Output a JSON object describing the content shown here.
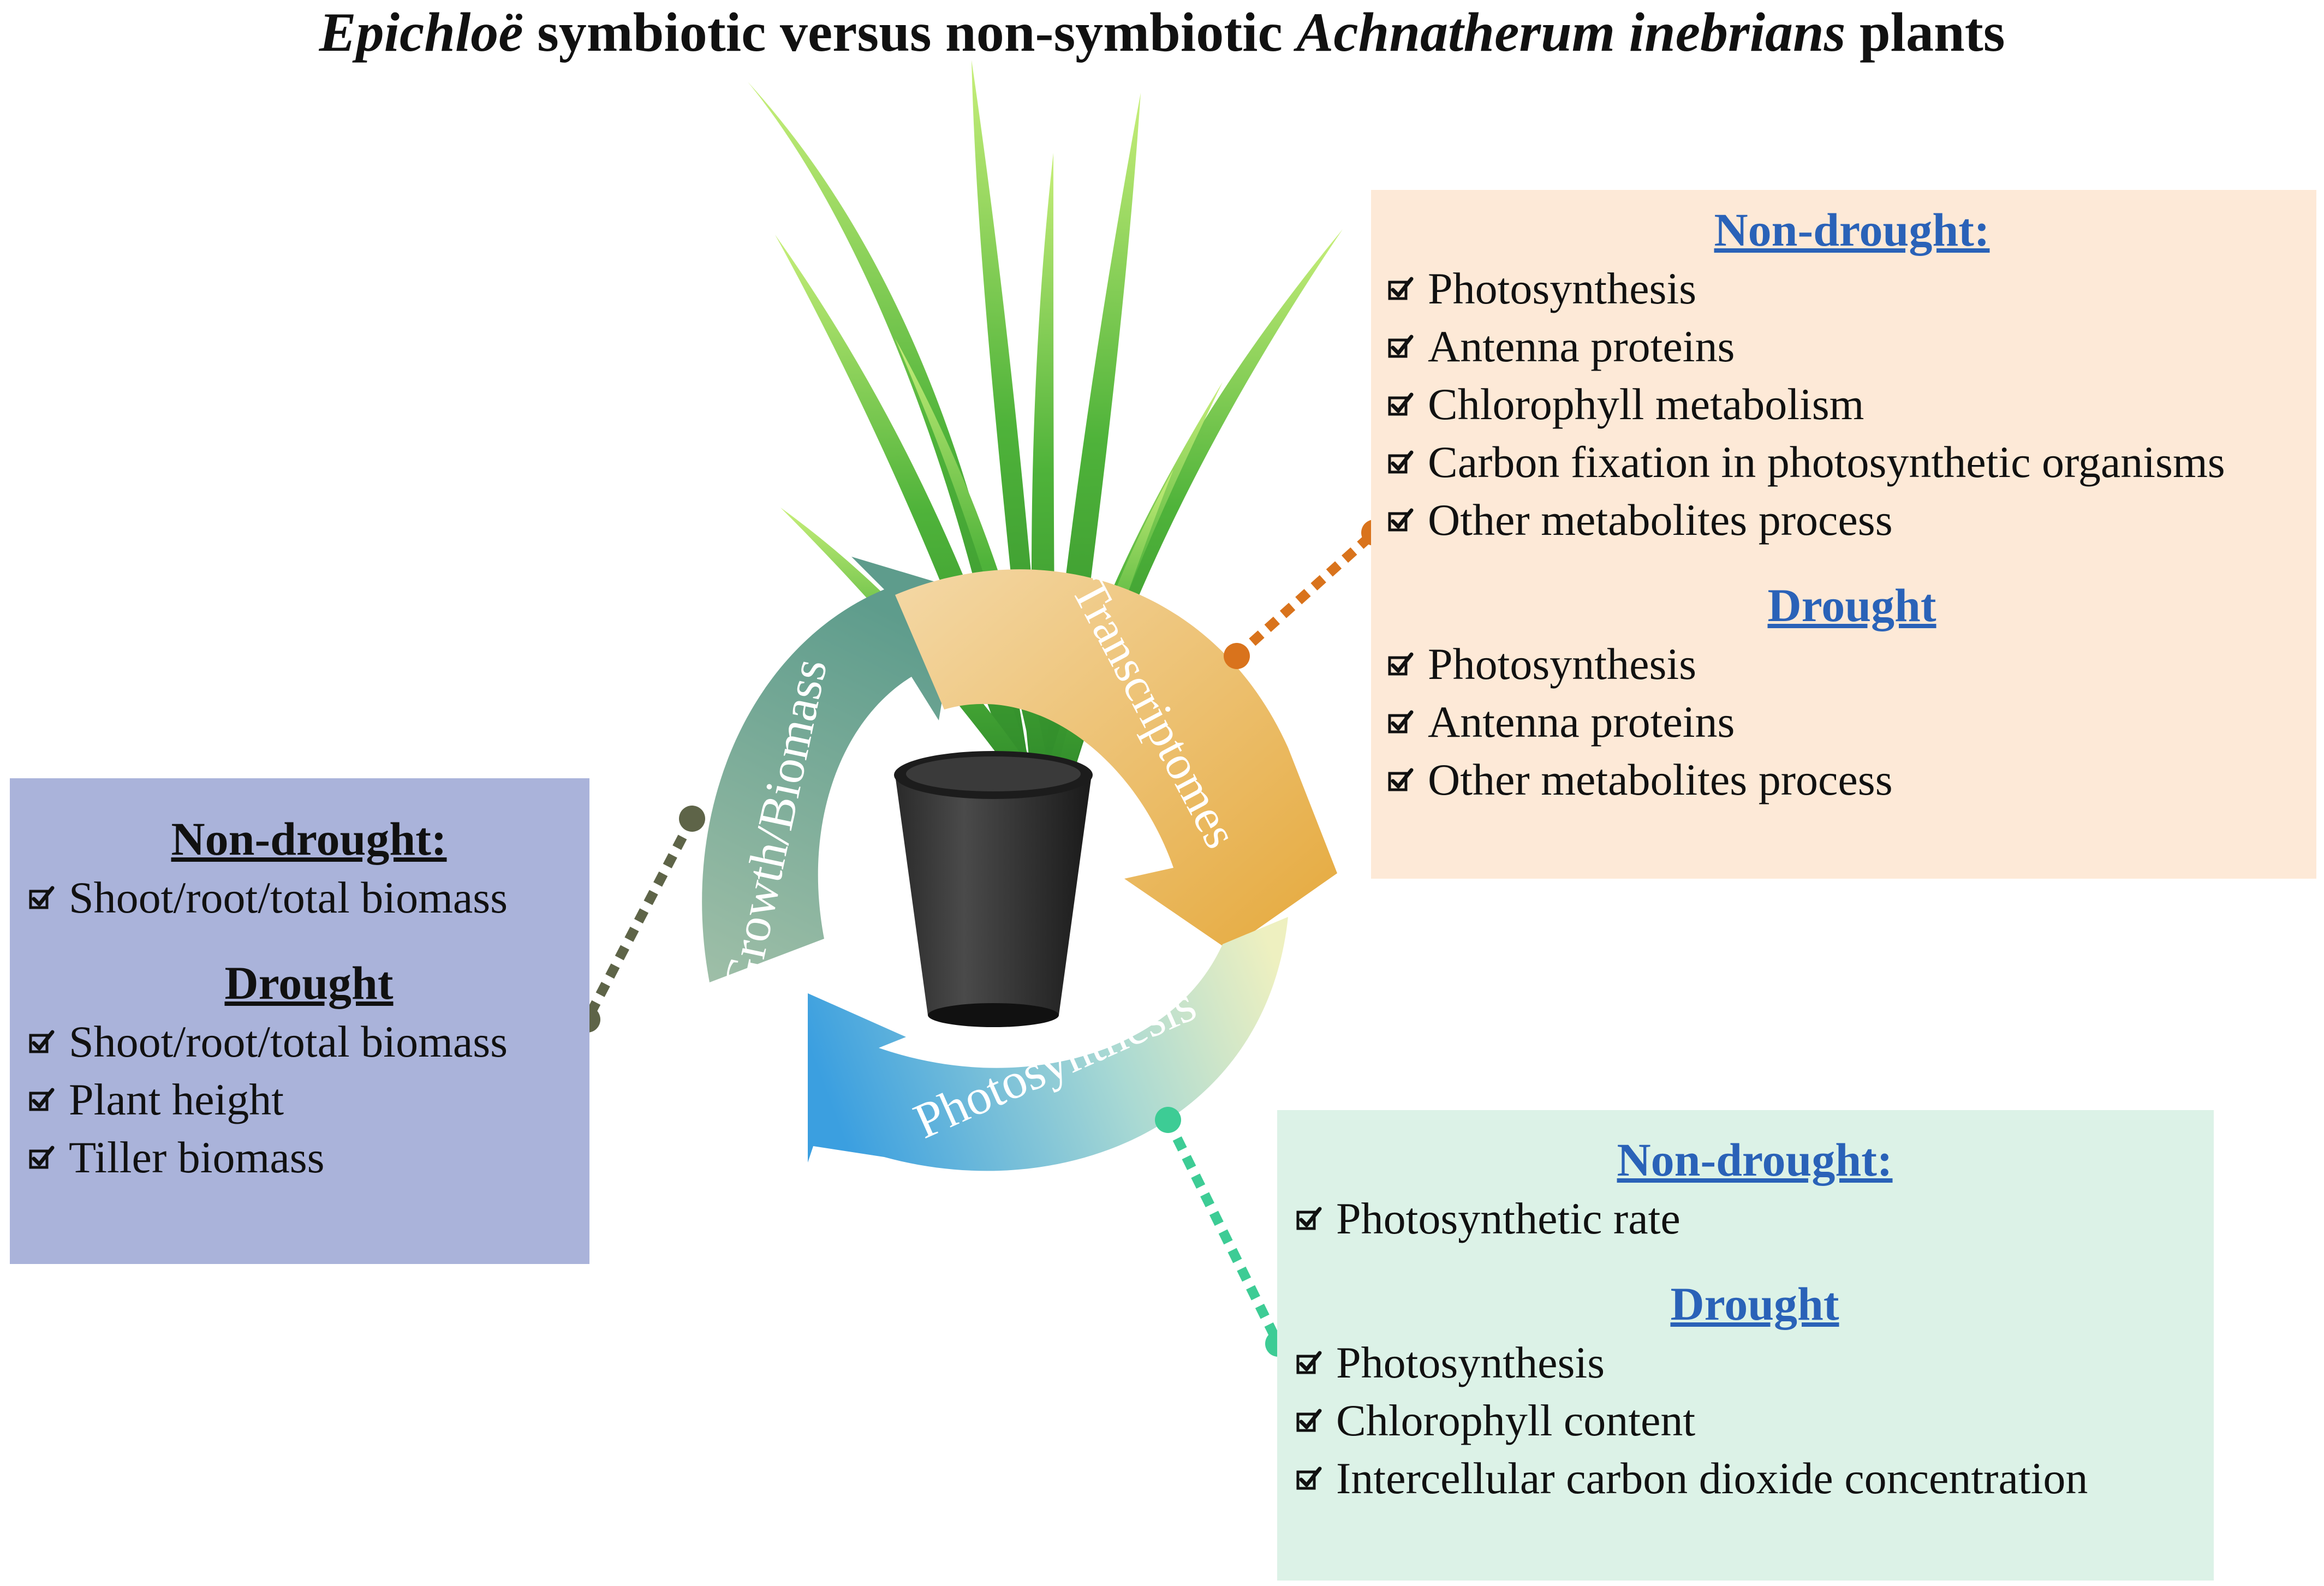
{
  "title": {
    "part1": "Epichloë",
    "part2": " symbiotic versus non-symbiotic ",
    "part3": "Achnatherum inebrians",
    "part4": " plants"
  },
  "cycle": {
    "growth_label": "Growth/Biomass",
    "transcriptomes_label": "Transcriptomes",
    "photosynthesis_label": "Photosynthesis"
  },
  "colors": {
    "growth_arrow": "#6fa88f",
    "transcriptomes_arrow": "#e8b04a",
    "photosynthesis_arrow": "#4aa6dc",
    "growth_connector": "#5e6448",
    "transcriptomes_connector": "#d9731c",
    "photosynthesis_connector": "#3dcc95",
    "transcriptomes_panel": "#fde9d7",
    "growth_panel": "#aab3da",
    "photosynthesis_panel": "#dcf2e7",
    "heading_blue": "#2a62b8"
  },
  "transcriptomes_panel": {
    "nondrought_heading": "Non-drought:",
    "nondrought_items": [
      "Photosynthesis",
      "Antenna proteins",
      "Chlorophyll metabolism",
      "Carbon fixation in photosynthetic organisms",
      "Other metabolites process"
    ],
    "drought_heading": "Drought",
    "drought_items": [
      "Photosynthesis",
      "Antenna proteins",
      "Other metabolites process"
    ]
  },
  "growth_panel": {
    "nondrought_heading": "Non-drought:",
    "nondrought_items": [
      "Shoot/root/total biomass"
    ],
    "drought_heading": "Drought",
    "drought_items": [
      "Shoot/root/total biomass",
      "Plant height",
      "Tiller biomass"
    ]
  },
  "photosynthesis_panel": {
    "nondrought_heading": "Non-drought:",
    "nondrought_items": [
      "Photosynthetic rate"
    ],
    "drought_heading": "Drought",
    "drought_items": [
      "Photosynthesis",
      "Chlorophyll content",
      "Intercellular carbon dioxide concentration"
    ]
  }
}
